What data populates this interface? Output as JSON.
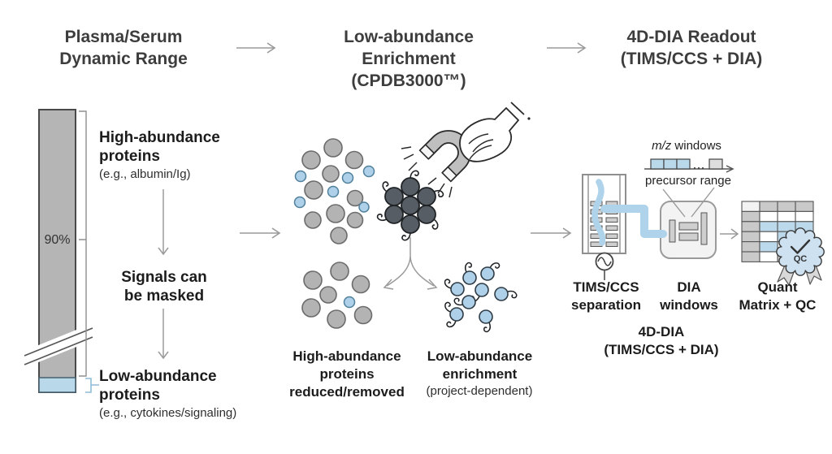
{
  "header": {
    "step1_lines": [
      "Plasma/Serum",
      "Dynamic Range"
    ],
    "step2_lines": [
      "Low-abundance",
      "Enrichment (CPDB3000™)"
    ],
    "step3_lines": [
      "4D-DIA Readout",
      "(TIMS/CCS + DIA)"
    ]
  },
  "left_panel": {
    "bar_percent": "90%",
    "high_abundance_lines": [
      "High-abundance",
      "proteins"
    ],
    "high_abundance_sub": "(e.g., albumin/Ig)",
    "masked_lines": [
      "Signals can",
      "be masked"
    ],
    "low_abundance_lines": [
      "Low-abundance",
      "proteins"
    ],
    "low_abundance_sub": "(e.g., cytokines/signaling)"
  },
  "middle_panel": {
    "depleted_lines": [
      "High-abundance",
      "proteins",
      "reduced/removed"
    ],
    "enriched_lines": [
      "Low-abundance",
      "enrichment"
    ],
    "enriched_sub": "(project-dependent)"
  },
  "right_panel": {
    "mz_italic": "m/z",
    "mz_rest": " windows",
    "precursor_label": "precursor range",
    "tims_lines": [
      "TIMS/CCS",
      "separation"
    ],
    "dia_lines": [
      "DIA",
      "windows"
    ],
    "quant_lines": [
      "Quant",
      "Matrix + QC"
    ],
    "fourd_lines": [
      "4D-DIA",
      "(TIMS/CCS + DIA)"
    ],
    "qc_badge_text": "QC"
  },
  "colors": {
    "high_abundance_gray": "#b3b3b3",
    "low_abundance_blue": "#aed0e8",
    "magnetic_bead_dark": "#575d64",
    "bar_gray": "#b5b5b5",
    "bar_blue_segment": "#b9d9ea",
    "ion_flow_blue": "#aed3ea",
    "matrix_highlight_blue": "#bcd9ec",
    "qc_badge_blue": "#cde1f0",
    "arrow_gray": "#9a9a9a"
  }
}
